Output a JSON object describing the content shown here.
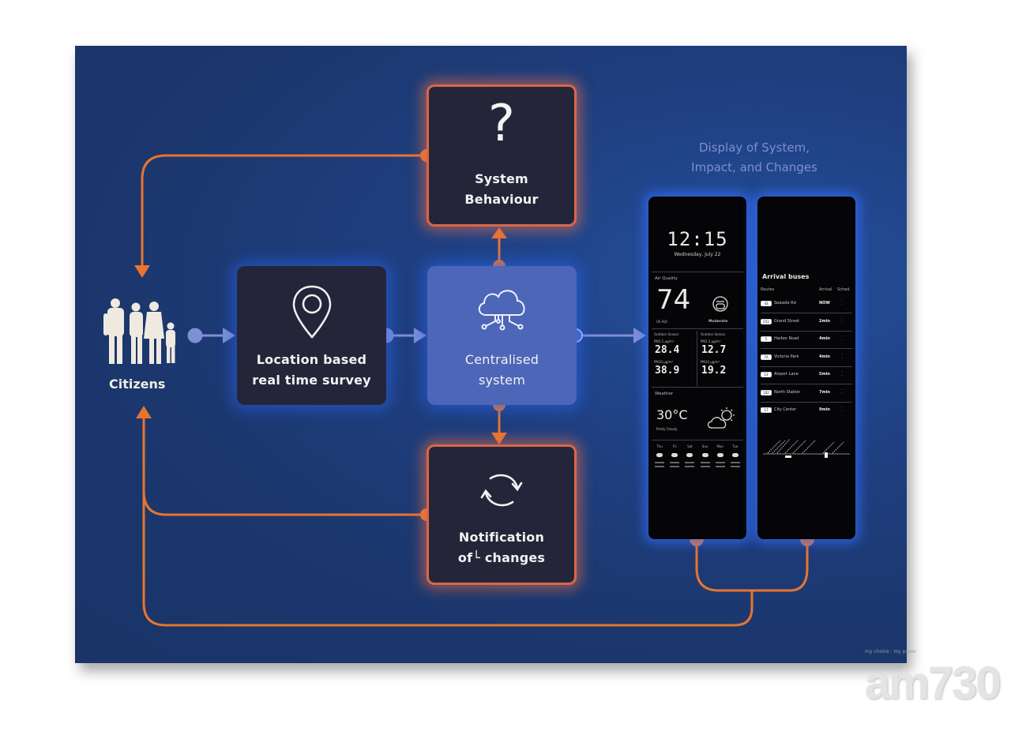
{
  "diagram": {
    "citizens": {
      "label": "Citizens",
      "icon": "people-silhouette-icon"
    },
    "nodes": {
      "system_behaviour": {
        "label_line1": "System",
        "label_line2": "Behaviour",
        "icon": "question-mark-icon",
        "glyph": "?"
      },
      "location_survey": {
        "label_line1": "Location based",
        "label_line2": "real time survey",
        "icon": "map-pin-icon"
      },
      "centralised_system": {
        "label_line1": "Centralised",
        "label_line2": "system",
        "icon": "cloud-network-icon"
      },
      "notification": {
        "label_line1": "Notification",
        "label_line2": "of└ changes",
        "icon": "refresh-arrows-icon"
      }
    },
    "display_title_line1": "Display of System,",
    "display_title_line2": "Impact, and Changes",
    "colors": {
      "background": "#1d3a74",
      "node_dark": "#25253a",
      "node_central": "#4d66b8",
      "orange": "#e8742f",
      "flow_blue": "#7f8fd6",
      "display_glow": "#3270ff"
    }
  },
  "display_panel_1": {
    "clock": "12:15",
    "date": "Wednesday, July 22",
    "air_quality_label": "Air Quality",
    "aqi": "74",
    "aqi_unit": "US AQI",
    "aqi_status": "Moderate",
    "pm_box_1": {
      "title": "Outdoor Sensor",
      "items": [
        {
          "label": "PM2.5 µg/m³",
          "value": "28.4"
        },
        {
          "label": "PM10 µg/m³",
          "value": "38.9"
        }
      ]
    },
    "pm_box_2": {
      "title": "Outdoor Sensor",
      "items": [
        {
          "label": "PM2.5 µg/m³",
          "value": "12.7"
        },
        {
          "label": "PM10 µg/m³",
          "value": "19.2"
        }
      ]
    },
    "weather_label": "Weather",
    "temperature": "30°C",
    "weather_desc": "Partly Cloudy",
    "forecast_days": [
      "Thu",
      "Fri",
      "Sat",
      "Sun",
      "Mon",
      "Tue"
    ]
  },
  "display_panel_2": {
    "title": "Arrival buses",
    "headers": {
      "route": "Routes",
      "arrival": "Arrival",
      "sched": "Sched."
    },
    "rows": [
      {
        "route": "43",
        "name": "Seaside Rd",
        "arrival": "NOW"
      },
      {
        "route": "252",
        "name": "Grand Street",
        "arrival": "2min"
      },
      {
        "route": "5",
        "name": "Harbor Road",
        "arrival": "4min"
      },
      {
        "route": "7A",
        "name": "Victoria Park",
        "arrival": "4min"
      },
      {
        "route": "13",
        "name": "Airport Lane",
        "arrival": "5min"
      },
      {
        "route": "102",
        "name": "North Station",
        "arrival": "7min"
      },
      {
        "route": "17",
        "name": "City Center",
        "arrival": "9min"
      }
    ]
  },
  "watermark": {
    "logo": "am730",
    "slogan": "my choice · my paper"
  }
}
